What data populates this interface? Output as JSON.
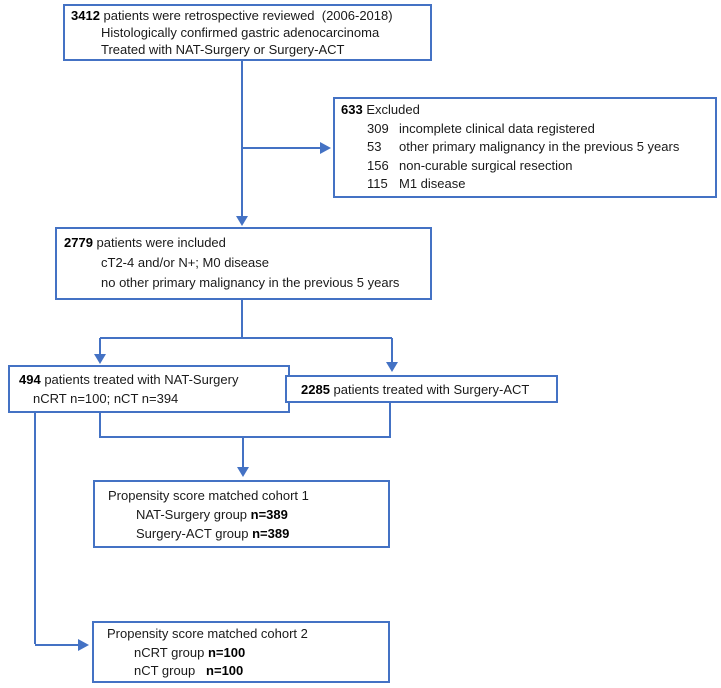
{
  "colors": {
    "accent": "#4472C4",
    "text": "#1a1a1a"
  },
  "figure": {
    "boxes": {
      "reviewed": {
        "n": "3412",
        "rest": " patients were retrospective reviewed  (2006-2018)",
        "line2": "Histologically confirmed gastric adenocarcinoma",
        "line3": "Treated with NAT-Surgery or Surgery-ACT"
      },
      "excluded": {
        "n": "633",
        "label": " Excluded",
        "items": [
          {
            "n": "309",
            "text": "incomplete clinical data registered"
          },
          {
            "n": "53",
            "text": "other primary malignancy in the previous 5 years"
          },
          {
            "n": "156",
            "text": "non-curable surgical resection"
          },
          {
            "n": "115",
            "text": "M1 disease"
          }
        ]
      },
      "included": {
        "n": "2779",
        "rest": " patients were included",
        "line2": "cT2-4 and/or N+; M0 disease",
        "line3": "no other primary malignancy in the previous 5 years"
      },
      "nat_surgery": {
        "n": "494",
        "rest": " patients treated with NAT-Surgery",
        "line2": "nCRT n=100; nCT n=394"
      },
      "surgery_act": {
        "n": "2285",
        "rest": " patients treated with Surgery-ACT"
      },
      "cohort1": {
        "title": "Propensity score matched cohort 1",
        "row1_label": "NAT-Surgery group ",
        "row1_n": "n=389",
        "row2_label": "Surgery-ACT group ",
        "row2_n": "n=389"
      },
      "cohort2": {
        "title": "Propensity score matched cohort 2",
        "row1_label": "nCRT group ",
        "row1_n": "n=100",
        "row2_label": "nCT group   ",
        "row2_n": "n=100"
      }
    }
  }
}
